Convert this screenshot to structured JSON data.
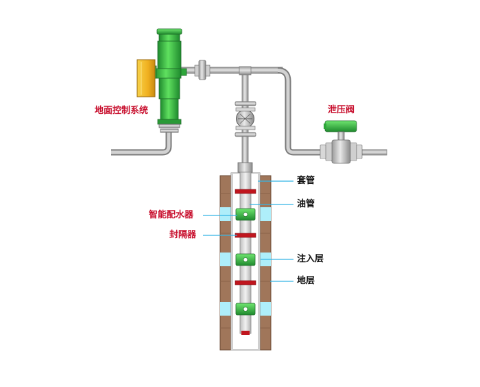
{
  "labels": {
    "surface_control": "地面控制系统",
    "relief_valve": "泄压阀",
    "casing": "套管",
    "tubing": "油管",
    "smart_distributor": "智能配水器",
    "packer": "封隔器",
    "injection_layer": "注入层",
    "formation": "地层"
  },
  "colors": {
    "pipe": "#c8c8c8",
    "pipe_dark": "#7a7a7a",
    "green": "#3fbf3f",
    "green_dark": "#1f7a2a",
    "yellow": "#f4c430",
    "earth": "#a0765a",
    "earth_light": "#c9a286",
    "water": "#aeeefa",
    "red_label": "#c8102e",
    "packer_red": "#c0161e",
    "leader": "#33b5e5"
  }
}
